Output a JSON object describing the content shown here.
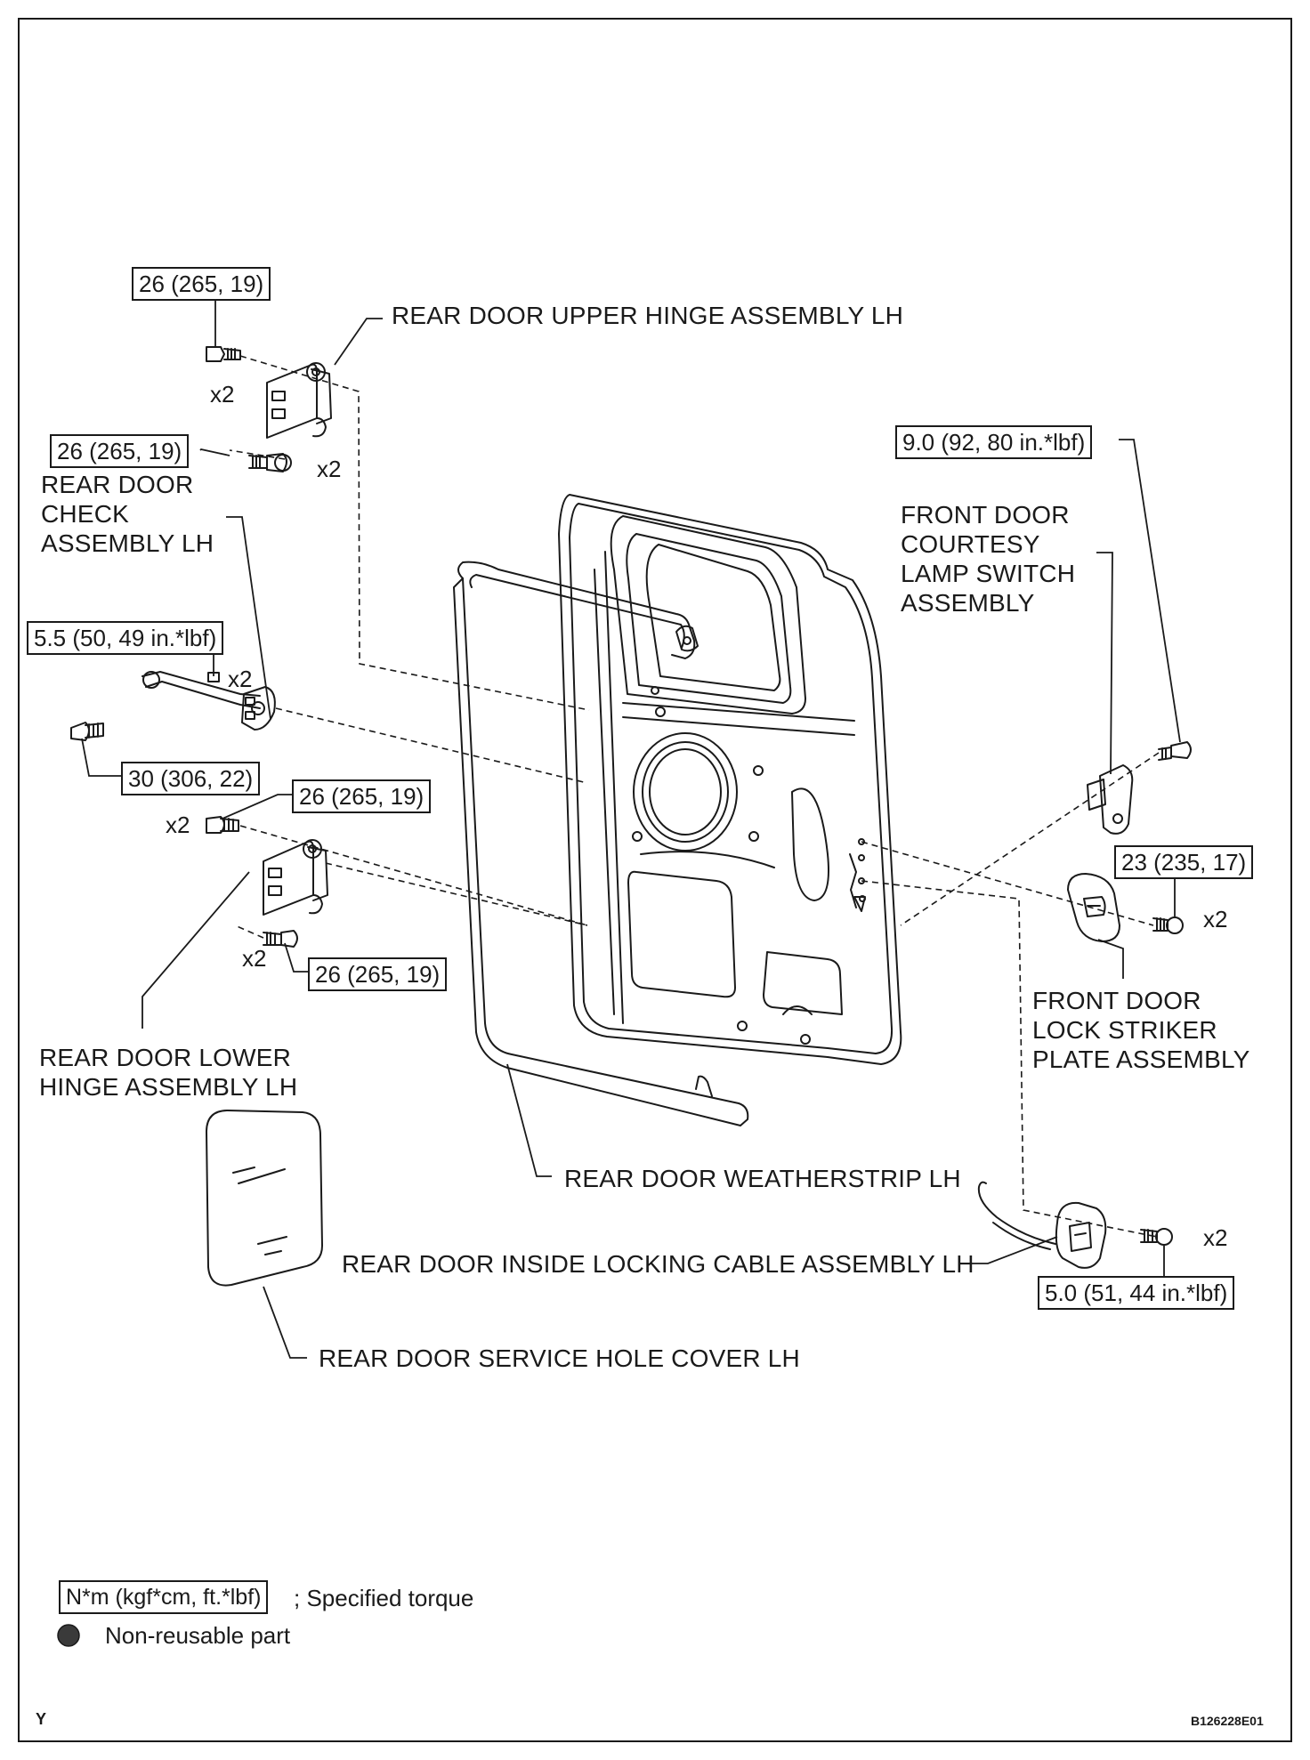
{
  "parts": {
    "upper_hinge": "REAR DOOR UPPER HINGE ASSEMBLY LH",
    "door_check": "REAR DOOR\nCHECK\nASSEMBLY LH",
    "courtesy_switch": "FRONT DOOR\nCOURTESY\nLAMP SWITCH\nASSEMBLY",
    "lower_hinge": "REAR DOOR LOWER\nHINGE ASSEMBLY LH",
    "striker": "FRONT DOOR\nLOCK STRIKER\nPLATE ASSEMBLY",
    "weatherstrip": "REAR DOOR WEATHERSTRIP LH",
    "locking_cable": "REAR DOOR INSIDE LOCKING CABLE ASSEMBLY LH",
    "service_cover": "REAR DOOR SERVICE HOLE COVER LH"
  },
  "torques": {
    "upper_hinge_bolt": "26 (265, 19)",
    "upper_hinge_body": "26 (265, 19)",
    "check_nut": "5.5 (50, 49 in.*lbf)",
    "check_bolt": "30 (306, 22)",
    "lower_hinge_bolt": "26 (265, 19)",
    "lower_hinge_body": "26 (265, 19)",
    "courtesy_switch": "9.0 (92, 80 in.*lbf)",
    "striker": "23 (235, 17)",
    "lock": "5.0 (51, 44 in.*lbf)"
  },
  "quantities": {
    "upper_hinge_bolt": "x2",
    "upper_hinge_body": "x2",
    "check_nut": "x2",
    "lower_hinge_bolt": "x2",
    "lower_hinge_body": "x2",
    "striker": "x2",
    "lock": "x2"
  },
  "legend": {
    "torque_unit": "N*m (kgf*cm, ft.*lbf)",
    "torque_text": "; Specified torque",
    "nonreusable_text": "Non-reusable part"
  },
  "footer": {
    "left": "Y",
    "right": "B126228E01"
  }
}
